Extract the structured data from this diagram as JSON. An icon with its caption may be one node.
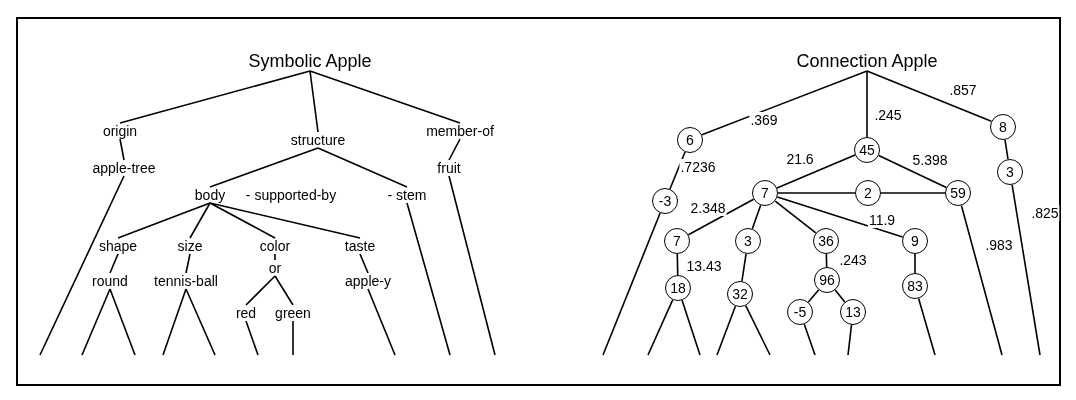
{
  "diagram": {
    "nodes": [
      {
        "text": [
          "Symbolic Apple"
        ]
      },
      {
        "text": [
          "origin"
        ]
      },
      {
        "text": [
          "structure"
        ]
      },
      {
        "text": [
          "member-of"
        ]
      },
      {
        "text": [
          "apple-tree"
        ]
      },
      {
        "text": [
          "fruit"
        ]
      },
      {
        "text": [
          "body"
        ]
      },
      {
        "text": [
          "- stem"
        ]
      },
      {
        "text": [
          "shape"
        ]
      },
      {
        "text": [
          "size"
        ]
      },
      {
        "text": [
          "color"
        ]
      },
      {
        "text": [
          "taste"
        ]
      },
      {
        "text": [
          "round"
        ]
      },
      {
        "text": [
          "tennis-ball"
        ]
      },
      {
        "text": [
          "or"
        ]
      },
      {
        "text": [
          "apple-y"
        ]
      },
      {
        "text": [
          "red"
        ]
      },
      {
        "text": [
          "green"
        ]
      },
      {
        "text": [
          "Connection Apple"
        ]
      },
      {
        "text": [
          "6"
        ]
      },
      {
        "text": [
          "45"
        ]
      },
      {
        "text": [
          "8"
        ]
      },
      {
        "text": [
          "-3"
        ]
      },
      {
        "text": [
          "3"
        ]
      },
      {
        "text": [
          "7"
        ]
      },
      {
        "text": [
          "2"
        ]
      },
      {
        "text": [
          "59"
        ]
      },
      {
        "text": [
          "7"
        ]
      },
      {
        "text": [
          "3"
        ]
      },
      {
        "text": [
          "36"
        ]
      },
      {
        "text": [
          "9"
        ]
      },
      {
        "text": [
          "18"
        ]
      },
      {
        "text": [
          "32"
        ]
      },
      {
        "text": [
          "96"
        ]
      },
      {
        "text": [
          "83"
        ]
      },
      {
        "text": [
          "-5"
        ]
      },
      {
        "text": [
          "13"
        ]
      }
    ],
    "edges": [
      {
        "from": 0,
        "to": 1,
        "arrow": "none"
      },
      {
        "from": 0,
        "to": 2,
        "arrow": "none"
      },
      {
        "from": 0,
        "to": 3,
        "arrow": "none"
      },
      {
        "from": 1,
        "to": 4,
        "arrow": "none"
      },
      {
        "from": 3,
        "to": 5,
        "arrow": "none"
      },
      {
        "from": 2,
        "to": 6,
        "arrow": "none"
      },
      {
        "from": 2,
        "to": 7,
        "arrow": "none"
      },
      {
        "from": 4,
        "to": null,
        "arrow": "none"
      },
      {
        "from": 5,
        "to": null,
        "arrow": "none"
      },
      {
        "from": 7,
        "to": null,
        "arrow": "none"
      },
      {
        "from": 6,
        "to": 8,
        "arrow": "none"
      },
      {
        "from": 6,
        "to": 9,
        "arrow": "none"
      },
      {
        "from": 6,
        "to": 10,
        "arrow": "none"
      },
      {
        "from": 6,
        "to": 11,
        "arrow": "none"
      },
      {
        "from": 8,
        "to": 12,
        "arrow": "none"
      },
      {
        "from": 9,
        "to": 13,
        "arrow": "none"
      },
      {
        "from": 10,
        "to": 14,
        "arrow": "none"
      },
      {
        "from": 11,
        "to": 15,
        "arrow": "none"
      },
      {
        "from": 12,
        "to": null,
        "arrow": "none"
      },
      {
        "from": 12,
        "to": null,
        "arrow": "none"
      },
      {
        "from": 13,
        "to": null,
        "arrow": "none"
      },
      {
        "from": 13,
        "to": null,
        "arrow": "none"
      },
      {
        "from": 14,
        "to": 16,
        "arrow": "none"
      },
      {
        "from": 14,
        "to": 17,
        "arrow": "none"
      },
      {
        "from": 16,
        "to": null,
        "arrow": "none"
      },
      {
        "from": 17,
        "to": null,
        "arrow": "none"
      },
      {
        "from": 15,
        "to": null,
        "arrow": "none"
      },
      {
        "from": 18,
        "to": 19,
        "arrow": "none",
        "label": ".369"
      },
      {
        "from": 18,
        "to": 20,
        "arrow": "none",
        "label": ".245"
      },
      {
        "from": 18,
        "to": 21,
        "arrow": "none",
        "label": ".857"
      },
      {
        "from": 19,
        "to": 22,
        "arrow": "none",
        "label": ".7236"
      },
      {
        "from": 21,
        "to": 23,
        "arrow": "none"
      },
      {
        "from": 23,
        "to": null,
        "arrow": "none",
        "label": ".825"
      },
      {
        "from": 22,
        "to": null,
        "arrow": "none"
      },
      {
        "from": 20,
        "to": 24,
        "arrow": "none",
        "label": "21.6"
      },
      {
        "from": 20,
        "to": 26,
        "arrow": "none",
        "label": "5.398"
      },
      {
        "from": 24,
        "to": 25,
        "arrow": "none"
      },
      {
        "from": 25,
        "to": 26,
        "arrow": "none"
      },
      {
        "from": 26,
        "to": null,
        "arrow": "none",
        "label": ".983"
      },
      {
        "from": 24,
        "to": 27,
        "arrow": "none",
        "label": "2.348"
      },
      {
        "from": 24,
        "to": 28,
        "arrow": "none"
      },
      {
        "from": 24,
        "to": 29,
        "arrow": "none"
      },
      {
        "from": 24,
        "to": 30,
        "arrow": "none",
        "label": "11.9"
      },
      {
        "from": 27,
        "to": 31,
        "arrow": "none",
        "label": "13.43"
      },
      {
        "from": 28,
        "to": 32,
        "arrow": "none"
      },
      {
        "from": 29,
        "to": 33,
        "arrow": "none",
        "label": ".243"
      },
      {
        "from": 30,
        "to": 34,
        "arrow": "none"
      },
      {
        "from": 31,
        "to": null,
        "arrow": "none"
      },
      {
        "from": 31,
        "to": null,
        "arrow": "none"
      },
      {
        "from": 32,
        "to": null,
        "arrow": "none"
      },
      {
        "from": 32,
        "to": null,
        "arrow": "none"
      },
      {
        "from": 33,
        "to": 35,
        "arrow": "none"
      },
      {
        "from": 33,
        "to": 36,
        "arrow": "none"
      },
      {
        "from": 35,
        "to": null,
        "arrow": "none"
      },
      {
        "from": 36,
        "to": null,
        "arrow": "none"
      },
      {
        "from": 34,
        "to": null,
        "arrow": "none"
      }
    ],
    "labels": [
      "- supported-by"
    ]
  }
}
